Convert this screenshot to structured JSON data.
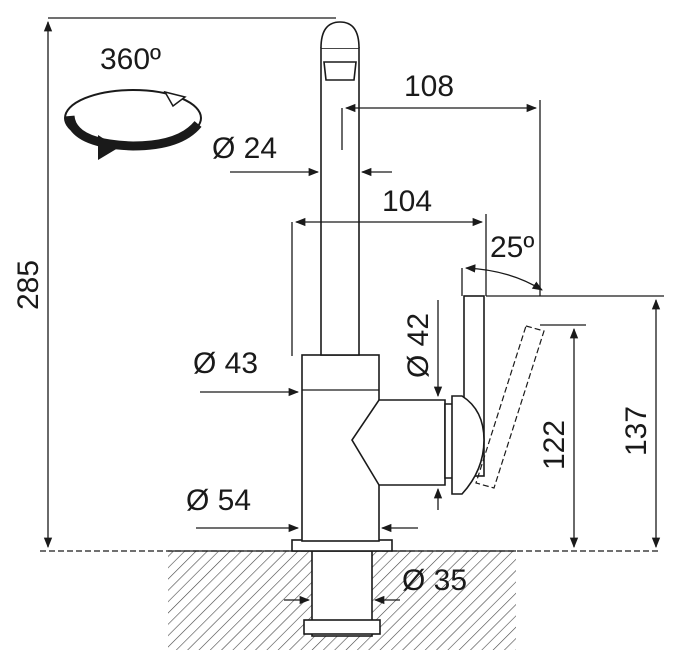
{
  "diagram": {
    "rotation_label": "360º",
    "height_total": "285",
    "spout_reach": "108",
    "spout_diameter": "Ø 24",
    "spout_offset": "104",
    "lever_angle": "25º",
    "body_diameter": "Ø 43",
    "handle_diameter": "Ø 42",
    "base_diameter": "Ø 54",
    "mount_diameter": "Ø 35",
    "handle_height": "122",
    "lever_height": "137"
  },
  "colors": {
    "line": "#1a1a1a",
    "hatch": "#444444",
    "background": "#ffffff"
  }
}
